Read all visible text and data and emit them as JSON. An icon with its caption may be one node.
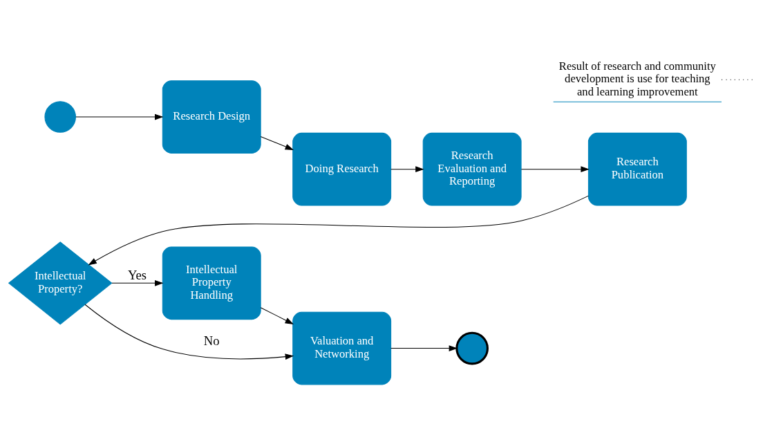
{
  "diagram": {
    "nodes": [
      {
        "text": [],
        "shape": "circle"
      },
      {
        "text": [
          "Research Design"
        ]
      },
      {
        "text": [
          "Doing Research"
        ]
      },
      {
        "text": [
          "Research Evaluation and Reporting"
        ]
      },
      {
        "text": [
          "Research Publication"
        ]
      },
      {
        "text": [
          "Intellectual Property?"
        ]
      },
      {
        "text": [
          "Intellectual Property Handling"
        ]
      },
      {
        "text": [
          "Valuation and Networking"
        ]
      },
      {
        "text": [],
        "shape": "circle"
      },
      {
        "text": [
          "Result of research and community development is use for teaching and learning improvement"
        ]
      }
    ],
    "edges": [
      {
        "from": 0,
        "to": 1,
        "arrow": "to"
      },
      {
        "from": 1,
        "to": 2,
        "arrow": "to"
      },
      {
        "from": 2,
        "to": 3,
        "arrow": "to"
      },
      {
        "from": 3,
        "to": 4,
        "arrow": "to"
      },
      {
        "from": 4,
        "to": 5,
        "arrow": "to"
      },
      {
        "from": 5,
        "to": 6,
        "label": "Yes",
        "arrow": "to"
      },
      {
        "from": 6,
        "to": 7,
        "arrow": "to"
      },
      {
        "from": 5,
        "to": 7,
        "label": "No",
        "arrow": "to"
      },
      {
        "from": 7,
        "to": 8,
        "arrow": "to"
      },
      {
        "from": 9,
        "to": null,
        "arrow": "none",
        "style": "dashed"
      }
    ]
  }
}
